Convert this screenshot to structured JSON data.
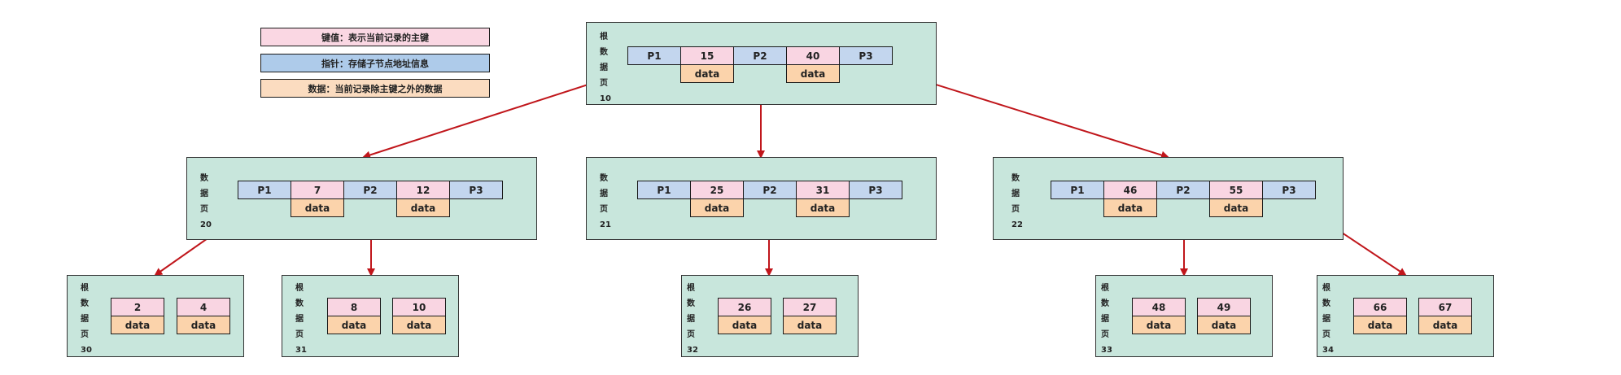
{
  "legend": {
    "key": "键值：表示当前记录的主键",
    "pointer": "指针：存储子节点地址信息",
    "data": "数据：当前记录除主键之外的数据"
  },
  "root": {
    "label": [
      "根",
      "数",
      "据",
      "页",
      "10"
    ],
    "cells": [
      "P1",
      "15",
      "P2",
      "40",
      "P3"
    ],
    "data": [
      "data",
      "data"
    ]
  },
  "mid_left": {
    "label": [
      "数",
      "据",
      "页",
      "20"
    ],
    "cells": [
      "P1",
      "7",
      "P2",
      "12",
      "P3"
    ],
    "data": [
      "data",
      "data"
    ]
  },
  "mid_center": {
    "label": [
      "数",
      "据",
      "页",
      "21"
    ],
    "cells": [
      "P1",
      "25",
      "P2",
      "31",
      "P3"
    ],
    "data": [
      "data",
      "data"
    ]
  },
  "mid_right": {
    "label": [
      "数",
      "据",
      "页",
      "22"
    ],
    "cells": [
      "P1",
      "46",
      "P2",
      "55",
      "P3"
    ],
    "data": [
      "data",
      "data"
    ]
  },
  "leaves": [
    {
      "label": [
        "根",
        "数",
        "据",
        "页",
        "30"
      ],
      "keys": [
        "2",
        "4"
      ],
      "data": [
        "data",
        "data"
      ]
    },
    {
      "label": [
        "根",
        "数",
        "据",
        "页",
        "31"
      ],
      "keys": [
        "8",
        "10"
      ],
      "data": [
        "data",
        "data"
      ]
    },
    {
      "label": [
        "根",
        "数",
        "据",
        "页",
        "32"
      ],
      "keys": [
        "26",
        "27"
      ],
      "data": [
        "data",
        "data"
      ]
    },
    {
      "label": [
        "根",
        "数",
        "据",
        "页",
        "33"
      ],
      "keys": [
        "48",
        "49"
      ],
      "data": [
        "data",
        "data"
      ]
    },
    {
      "label": [
        "根",
        "数",
        "据",
        "页",
        "34"
      ],
      "keys": [
        "66",
        "67"
      ],
      "data": [
        "data",
        "data"
      ]
    }
  ],
  "colors": {
    "page_fill": "#c8e6dc",
    "pointer_fill": "#c3d6ee",
    "key_fill": "#f9d5e2",
    "data_fill": "#fbd3ab",
    "arrow": "#c0161b"
  }
}
